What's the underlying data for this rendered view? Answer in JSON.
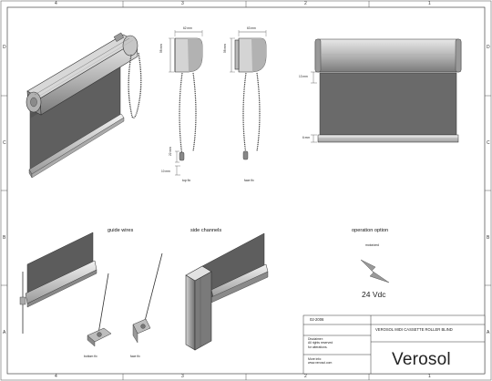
{
  "border_zones": {
    "top": [
      "4",
      "3",
      "2",
      "1"
    ],
    "bottom": [
      "4",
      "3",
      "2",
      "1"
    ],
    "left": [
      "D",
      "C",
      "B",
      "A"
    ],
    "right": [
      "D",
      "C",
      "B",
      "A"
    ]
  },
  "dimensions": {
    "top_fix_width": "62 mm",
    "top_fix_height": "58 mm",
    "face_fix_width": "63 mm",
    "face_fix_height": "58 mm",
    "cassette_offset_top": "13 mm",
    "bottom_bar_offset": "6 mm",
    "chain_bottom_small": "22 mm",
    "chain_bottom_gap": "10 mm"
  },
  "captions": {
    "top_fix": "top fix",
    "face_fix": "face fix",
    "bottom_fix": "bottom fix",
    "face_fix_wire": "face fix",
    "motorized": "motorized",
    "voltage": "24 Vdc"
  },
  "sections": {
    "guide_wires": "guide wires",
    "side_channels": "side channels",
    "operation_option": "operation option"
  },
  "title_block": {
    "date": "02-2006",
    "product": "VEROSOL MIDI CASSETTE ROLLER BLIND",
    "disclaimer_title": "Disclaimer:",
    "disclaimer_line1": "All rights reserved",
    "disclaimer_line2": "for alterations.",
    "more_info_title": "More info:",
    "website": "www.verosol.com",
    "brand": "Verosol"
  }
}
